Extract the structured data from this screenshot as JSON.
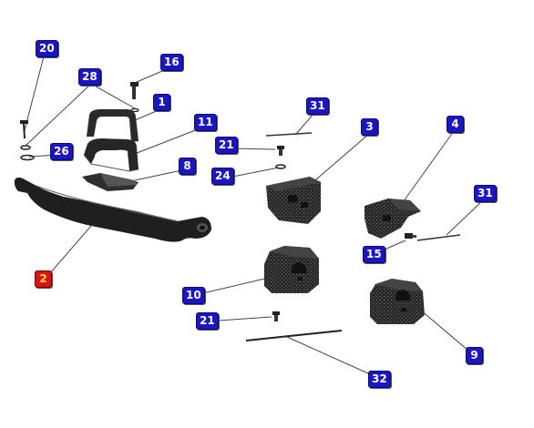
{
  "callouts": [
    {
      "id": "c20",
      "label": "20",
      "highlight": false
    },
    {
      "id": "c28",
      "label": "28",
      "highlight": false
    },
    {
      "id": "c16",
      "label": "16",
      "highlight": false
    },
    {
      "id": "c1",
      "label": "1",
      "highlight": false
    },
    {
      "id": "c11",
      "label": "11",
      "highlight": false
    },
    {
      "id": "c26",
      "label": "26",
      "highlight": false
    },
    {
      "id": "c8",
      "label": "8",
      "highlight": false
    },
    {
      "id": "c2",
      "label": "2",
      "highlight": true
    },
    {
      "id": "c31a",
      "label": "31",
      "highlight": false
    },
    {
      "id": "c21a",
      "label": "21",
      "highlight": false
    },
    {
      "id": "c24",
      "label": "24",
      "highlight": false
    },
    {
      "id": "c3",
      "label": "3",
      "highlight": false
    },
    {
      "id": "c4",
      "label": "4",
      "highlight": false
    },
    {
      "id": "c31b",
      "label": "31",
      "highlight": false
    },
    {
      "id": "c15",
      "label": "15",
      "highlight": false
    },
    {
      "id": "c10",
      "label": "10",
      "highlight": false
    },
    {
      "id": "c21b",
      "label": "21",
      "highlight": false
    },
    {
      "id": "c9",
      "label": "9",
      "highlight": false
    },
    {
      "id": "c32",
      "label": "32",
      "highlight": false
    }
  ],
  "colors": {
    "callout": "#1a16c8",
    "highlight": "#e01010",
    "highlight_text": "#ffe24a",
    "part": "#222222",
    "leader": "#444444"
  }
}
